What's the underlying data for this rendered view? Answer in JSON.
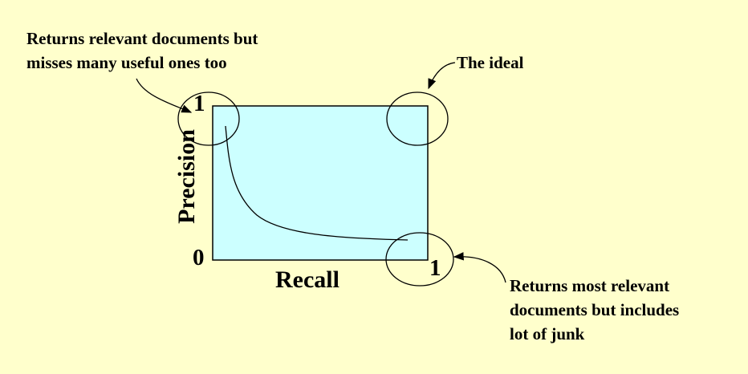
{
  "annotations": {
    "top_left": [
      "Returns relevant documents but",
      "misses many useful ones too"
    ],
    "top_right": "The ideal",
    "bottom_right": [
      "Returns most relevant",
      "documents but includes",
      "lot of  junk"
    ]
  },
  "axes": {
    "x_label": "Recall",
    "y_label": "Precision",
    "y_max": "1",
    "origin": "0",
    "x_max": "1"
  },
  "colors": {
    "background": "#FFFFCC",
    "plot_fill": "#CCFFFF"
  }
}
